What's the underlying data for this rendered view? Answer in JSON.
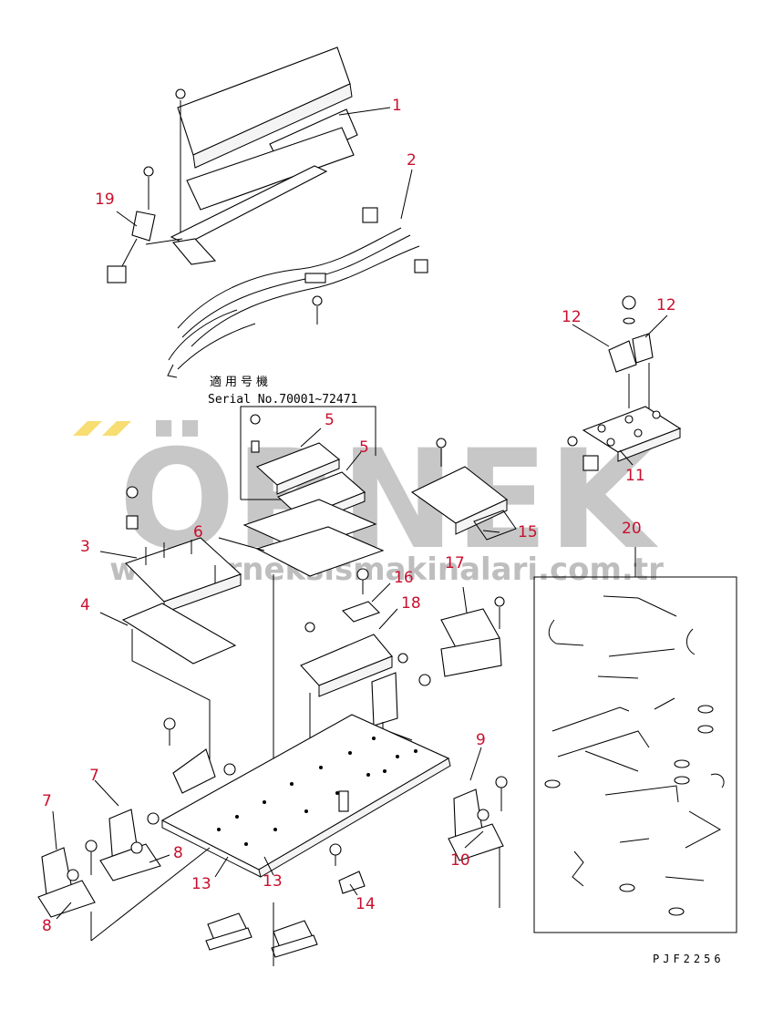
{
  "serial_label_jp": "適用号機",
  "serial_label": "Serial No.70001~72471",
  "drawing_code": "PJF2256",
  "watermark": {
    "brand": "ÖRNEK",
    "url": "www.orneksismakinalari.com.tr",
    "accent_color": "#f2c200",
    "text_color": "#8a8a8a"
  },
  "callouts": [
    "1",
    "2",
    "3",
    "4",
    "5",
    "5",
    "6",
    "7",
    "7",
    "8",
    "8",
    "9",
    "10",
    "11",
    "12",
    "12",
    "13",
    "13",
    "14",
    "15",
    "16",
    "17",
    "18",
    "19",
    "20"
  ],
  "callout_color": "#c8102e"
}
